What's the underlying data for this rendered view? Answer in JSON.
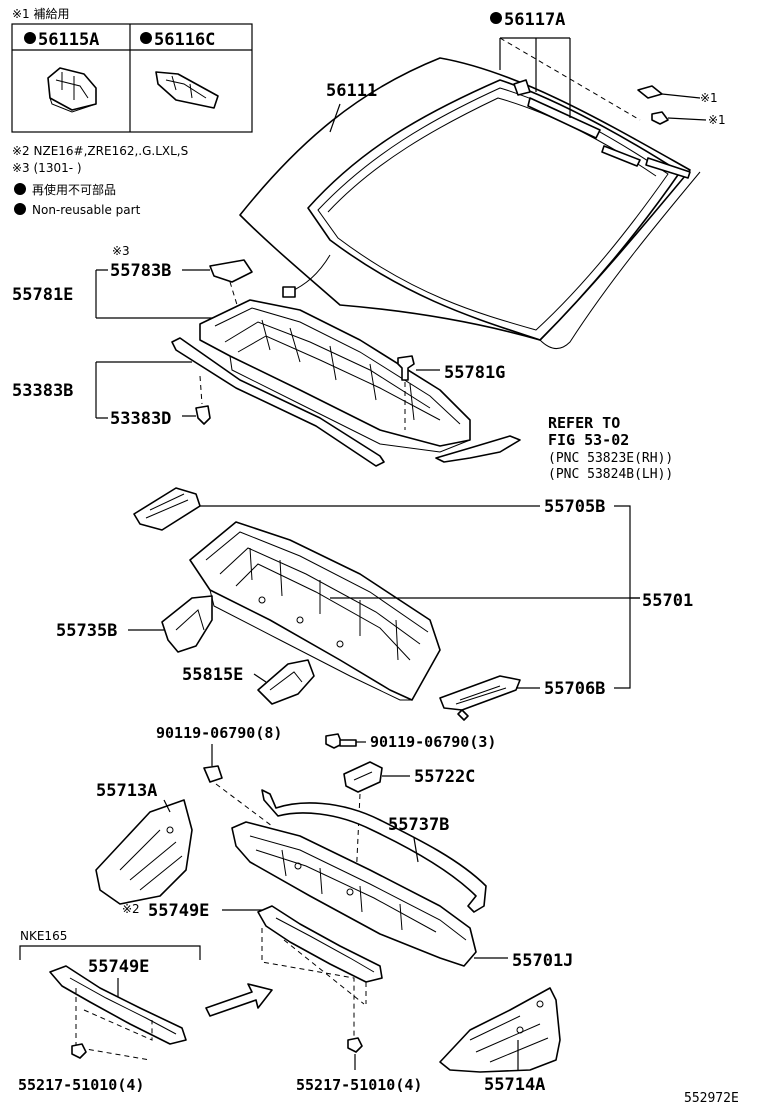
{
  "notes": {
    "note1": "※1 補給用",
    "note2": "※2 NZE16#,ZRE162,.G.LXL,S",
    "note3": "※3 (1301-    )",
    "legend_jp": "再使用不可部品",
    "legend_en": "Non-reusable part",
    "nke_label": "NKE165",
    "mark1": "※1",
    "mark2": "※2",
    "mark3": "※3"
  },
  "parts": {
    "p56115A": "56115A",
    "p56116C": "56116C",
    "p56117A": "56117A",
    "p56111": "56111",
    "p55783B": "55783B",
    "p55781E": "55781E",
    "p53383B": "53383B",
    "p53383D": "53383D",
    "p55781G": "55781G",
    "p55705B": "55705B",
    "p55701": "55701",
    "p55735B": "55735B",
    "p55815E": "55815E",
    "p55706B": "55706B",
    "p90119a": "90119-06790(8)",
    "p90119b": "90119-06790(3)",
    "p55722C": "55722C",
    "p55713A": "55713A",
    "p55737B": "55737B",
    "p55749E_a": "55749E",
    "p55749E_b": "55749E",
    "p55701J": "55701J",
    "p55217a": "55217-51010(4)",
    "p55217b": "55217-51010(4)",
    "p55714A": "55714A"
  },
  "refer": {
    "line1": "REFER TO",
    "line2": "FIG 53-02",
    "line3": "(PNC 53823E(RH))",
    "line4": "(PNC 53824B(LH))"
  },
  "figure_id": "552972E"
}
